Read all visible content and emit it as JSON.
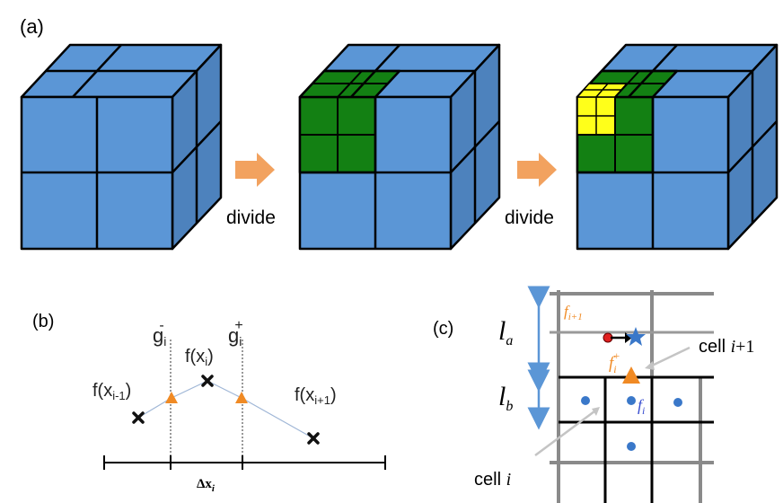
{
  "panel_a": {
    "label": "(a)",
    "arrow1_text": "divide",
    "arrow2_text": "divide",
    "colors": {
      "blue": "#5b96d6",
      "blue_side": "#4d82bd",
      "green": "#138013",
      "yellow": "#ffff1a",
      "arrow": "#f2a25f"
    }
  },
  "panel_b": {
    "label": "(b)",
    "g_minus": "g",
    "g_minus_sub": "i",
    "g_minus_sup": "-",
    "g_plus": "g",
    "g_plus_sub": "i",
    "g_plus_sup": "+",
    "f_xim1": "f(x",
    "f_xim1_sub": "i-1",
    "f_xi": "f(x",
    "f_xi_sub": "i",
    "f_xip1": "f(x",
    "f_xip1_sub": "i+1",
    "close_paren": ")",
    "delta": "Δx",
    "delta_sub": "i"
  },
  "panel_c": {
    "label": "(c)",
    "la": "l",
    "la_sub": "a",
    "lb": "l",
    "lb_sub": "b",
    "f_ip1": "f",
    "f_ip1_sub": "i+1",
    "f_plus": "f",
    "f_plus_sub": "i",
    "f_plus_sup": "+",
    "f_i": "f",
    "f_i_sub": "i",
    "cell_ip1_prefix": "cell ",
    "cell_ip1_var": "i",
    "cell_ip1_suffix": "+1",
    "cell_i_prefix": "cell ",
    "cell_i_var": "i"
  }
}
